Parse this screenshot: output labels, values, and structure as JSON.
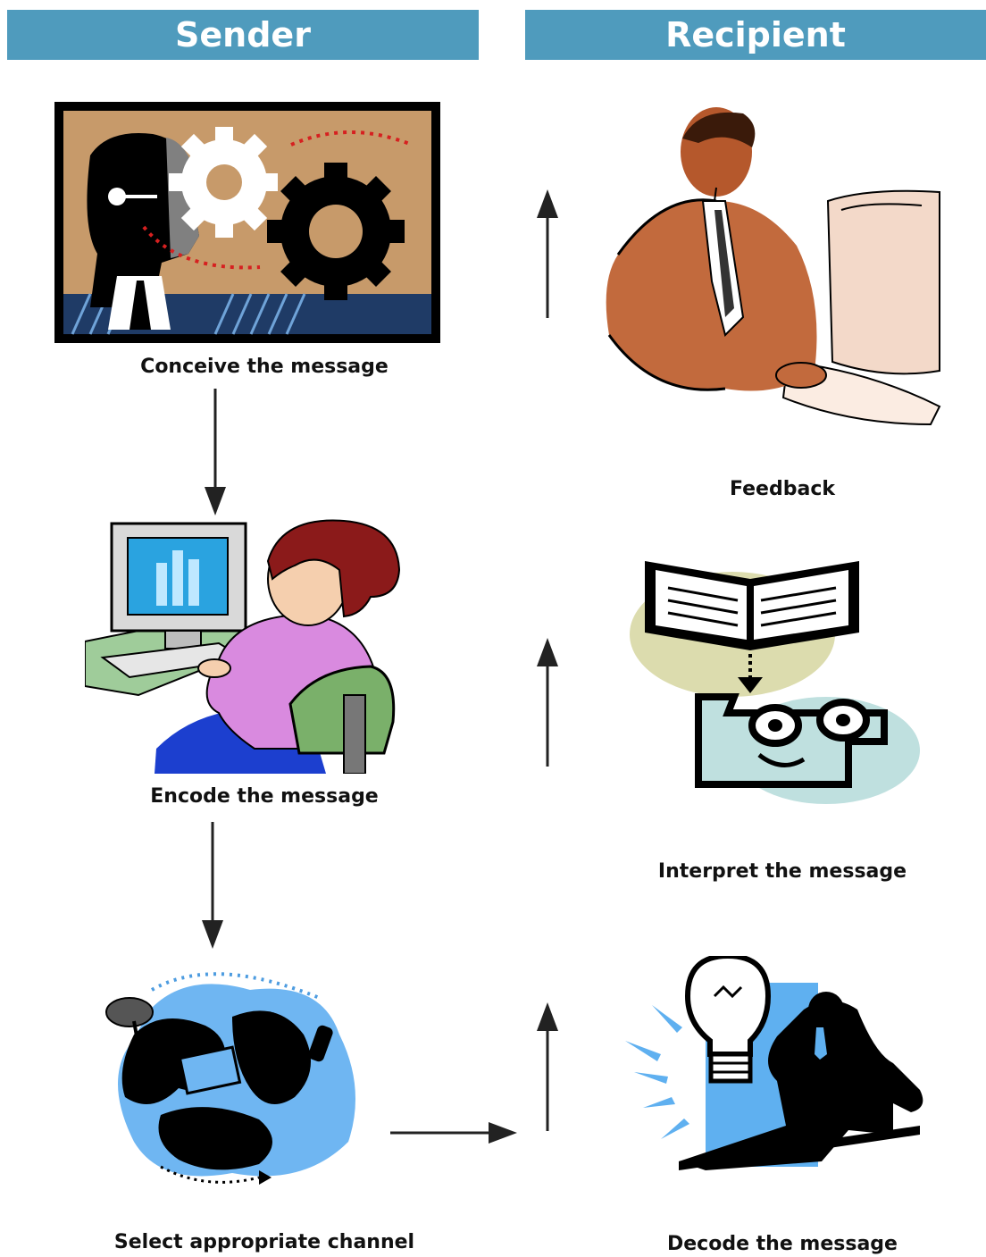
{
  "headers": {
    "sender": "Sender",
    "recipient": "Recipient"
  },
  "sender_steps": [
    {
      "label": "Conceive the message",
      "icon": "gears-head-icon"
    },
    {
      "label": "Encode the message",
      "icon": "woman-at-computer-icon"
    },
    {
      "label": "Select appropriate channel",
      "icon": "communication-channels-icon"
    }
  ],
  "recipient_steps": [
    {
      "label": "Feedback",
      "icon": "man-at-computer-icon"
    },
    {
      "label": "Interpret the message",
      "icon": "book-reading-icon"
    },
    {
      "label": "Decode the message",
      "icon": "lightbulb-idea-icon"
    }
  ],
  "colors": {
    "header_bg": "#4f9bbd",
    "header_text": "#ffffff"
  }
}
